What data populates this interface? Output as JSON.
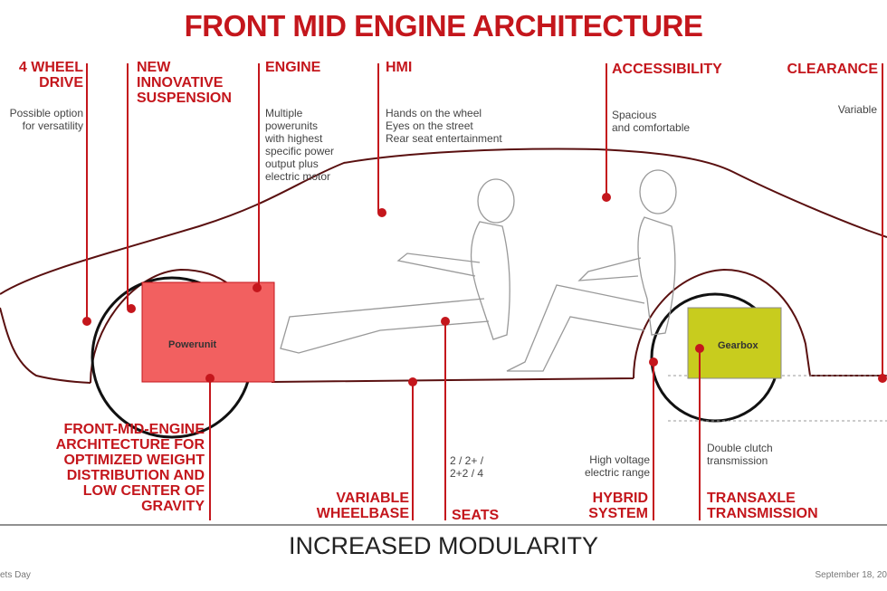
{
  "title": "FRONT MID ENGINE ARCHITECTURE",
  "bottom_title": "INCREASED MODULARITY",
  "footer": {
    "left": "ets Day",
    "right": "September  18, 20"
  },
  "colors": {
    "accent": "#c4161c",
    "powerunit_fill": "#f26060",
    "gearbox_fill": "#c8cc1e",
    "outline": "#5a1010"
  },
  "boxes": {
    "powerunit": "Powerunit",
    "gearbox": "Gearbox"
  },
  "top_labels": {
    "four_wheel": {
      "label": "4 WHEEL\nDRIVE",
      "desc": "Possible option\nfor versatility"
    },
    "suspension": {
      "label": "NEW\nINNOVATIVE\nSUSPENSION"
    },
    "engine": {
      "label": "ENGINE",
      "desc": "Multiple\npowerunits\nwith highest\nspecific power\noutput plus\nelectric motor"
    },
    "hmi": {
      "label": "HMI",
      "desc": "Hands on the wheel\nEyes on the street\nRear seat entertainment"
    },
    "accessibility": {
      "label": "ACCESSIBILITY",
      "desc": "Spacious\nand comfortable"
    },
    "clearance": {
      "label": "CLEARANCE",
      "desc": "Variable"
    }
  },
  "bottom_labels": {
    "architecture": {
      "label": "FRONT-MID-ENGINE\nARCHITECTURE FOR\nOPTIMIZED WEIGHT\nDISTRIBUTION AND\nLOW CENTER OF\nGRAVITY"
    },
    "wheelbase": {
      "label": "VARIABLE\nWHEELBASE"
    },
    "seats": {
      "label": "SEATS",
      "desc": "2 / 2+ /\n2+2 / 4"
    },
    "hybrid": {
      "label": "HYBRID\nSYSTEM",
      "desc": "High voltage\nelectric range"
    },
    "transaxle": {
      "label": "TRANSAXLE\nTRANSMISSION",
      "desc": "Double clutch\ntransmission"
    }
  }
}
